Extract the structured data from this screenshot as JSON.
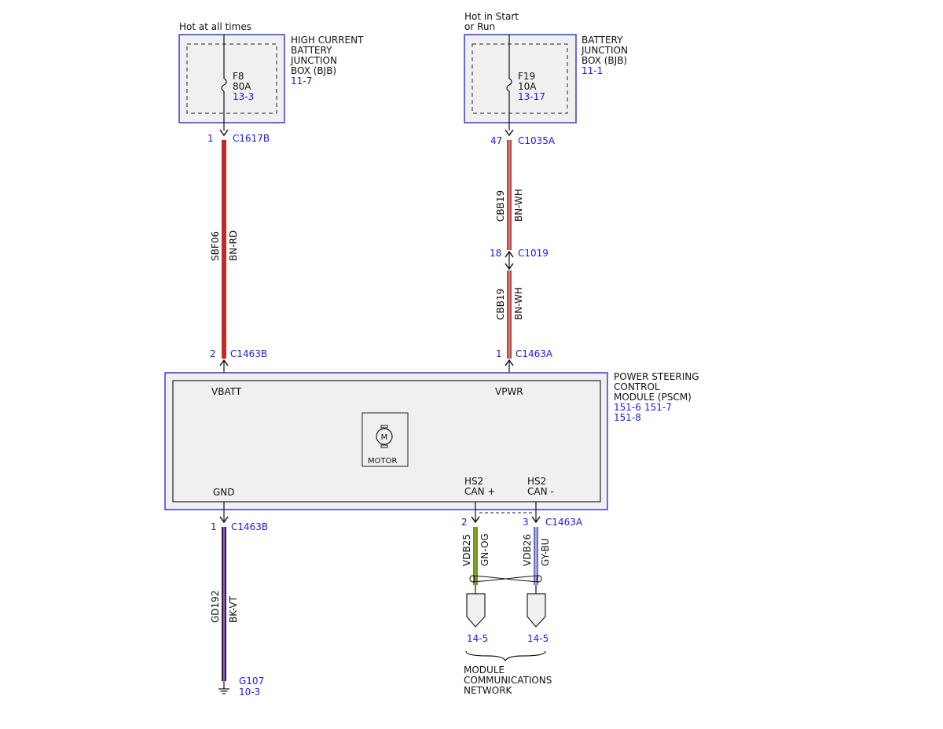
{
  "colors": {
    "ref_text": "#1a1ae6",
    "box_border": "#3a3ad6",
    "box_fill": "#f0f0f0",
    "wire_bn_rd": "#c62828",
    "wire_bn_wh": "#b84848",
    "wire_bk_vt": "#3a1a4a",
    "wire_gn_og": "#5a9e1a",
    "wire_gy_bu": "#6e70c8"
  },
  "power_sources": [
    {
      "hot_label": [
        "Hot at all times"
      ],
      "fuse_name": "F8",
      "fuse_rating": "80A",
      "fuse_ref": "13-3",
      "box_title": [
        "HIGH CURRENT",
        "BATTERY",
        "JUNCTION",
        "BOX (BJB)"
      ],
      "box_ref": "11-7"
    },
    {
      "hot_label": [
        "Hot in Start",
        "or Run"
      ],
      "fuse_name": "F19",
      "fuse_rating": "10A",
      "fuse_ref": "13-17",
      "box_title": [
        "BATTERY",
        "JUNCTION",
        "BOX (BJB)"
      ],
      "box_ref": "11-1"
    }
  ],
  "connectors": [
    {
      "pin": "1",
      "name": "C1617B"
    },
    {
      "pin": "2",
      "name": "C1463B"
    },
    {
      "pin": "47",
      "name": "C1035A"
    },
    {
      "pin": "18",
      "name": "C1019"
    },
    {
      "pin": "1",
      "name": "C1463A"
    },
    {
      "pin": "1",
      "name": "C1463B"
    },
    {
      "pin": "2",
      "name": ""
    },
    {
      "pin": "3",
      "name": "C1463A"
    }
  ],
  "wires": [
    {
      "circuit": "SBF06",
      "color": "BN-RD"
    },
    {
      "circuit": "CBB19",
      "color": "BN-WH"
    },
    {
      "circuit": "CBB19",
      "color": "BN-WH"
    },
    {
      "circuit": "GD192",
      "color": "BK-VT"
    },
    {
      "circuit": "VDB25",
      "color": "GN-OG"
    },
    {
      "circuit": "VDB26",
      "color": "GY-BU"
    }
  ],
  "module": {
    "title": [
      "POWER STEERING",
      "CONTROL",
      "MODULE (PSCM)"
    ],
    "refs": [
      "151-6",
      "151-7",
      "151-8"
    ],
    "pin_vbatt": "VBATT",
    "pin_vpwr": "VPWR",
    "pin_gnd": "GND",
    "pin_can_plus": [
      "HS2",
      "CAN +"
    ],
    "pin_can_minus": [
      "HS2",
      "CAN -"
    ],
    "motor_symbol": "M",
    "motor_label": "MOTOR"
  },
  "ground": {
    "name": "G107",
    "ref": "10-3"
  },
  "network": {
    "refs": [
      "14-5",
      "14-5"
    ],
    "label": [
      "MODULE",
      "COMMUNICATIONS",
      "NETWORK"
    ]
  }
}
